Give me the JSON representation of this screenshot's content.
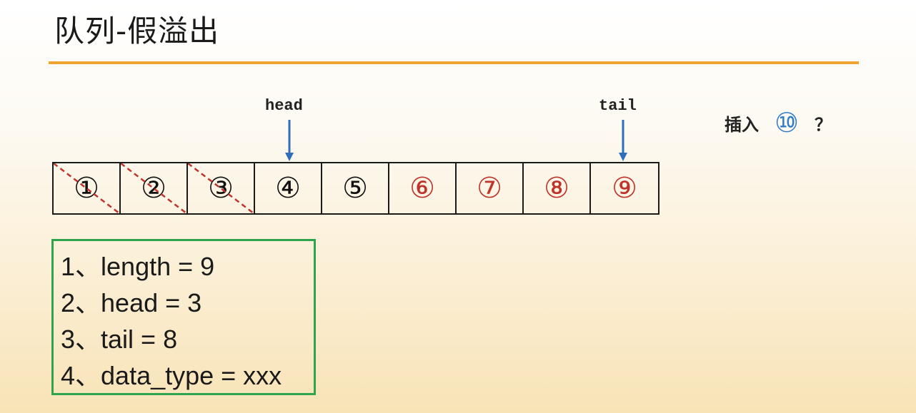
{
  "title": "队列-假溢出",
  "pointers": {
    "head_label": "head",
    "tail_label": "tail"
  },
  "queue_cells": [
    {
      "label": "①",
      "color": "#111111",
      "removed": true
    },
    {
      "label": "②",
      "color": "#111111",
      "removed": true
    },
    {
      "label": "③",
      "color": "#111111",
      "removed": true
    },
    {
      "label": "④",
      "color": "#111111",
      "removed": false
    },
    {
      "label": "⑤",
      "color": "#111111",
      "removed": false
    },
    {
      "label": "⑥",
      "color": "#c0332b",
      "removed": false
    },
    {
      "label": "⑦",
      "color": "#c0332b",
      "removed": false
    },
    {
      "label": "⑧",
      "color": "#c0332b",
      "removed": false
    },
    {
      "label": "⑨",
      "color": "#c0332b",
      "removed": false
    }
  ],
  "insert": {
    "label": "插入",
    "item": "⑩",
    "question": "？"
  },
  "properties": [
    "1、length = 9",
    "2、head = 3",
    "3、tail = 8",
    "4、data_type = xxx"
  ],
  "colors": {
    "accent_rule": "#f0a232",
    "arrow": "#2f6fb8",
    "strike": "#c0332b",
    "box_border": "#2fa44f",
    "insert_item": "#2f7bc7"
  }
}
